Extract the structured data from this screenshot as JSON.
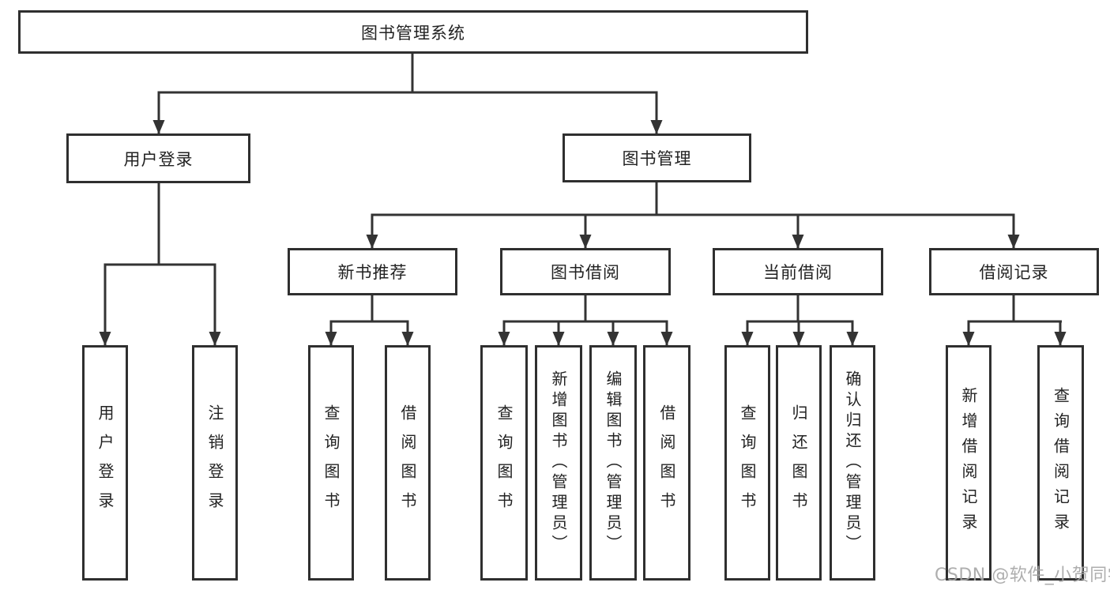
{
  "diagram": {
    "title": "图书管理系统",
    "user_login": {
      "label": "用户登录",
      "children": [
        "用户登录",
        "注销登录"
      ]
    },
    "book_mgmt": {
      "label": "图书管理",
      "sections": [
        {
          "label": "新书推荐",
          "children": [
            "查询图书",
            "借阅图书"
          ]
        },
        {
          "label": "图书借阅",
          "children": [
            "查询图书",
            "新增图书（管理员）",
            "编辑图书（管理员）",
            "借阅图书"
          ]
        },
        {
          "label": "当前借阅",
          "children": [
            "查询图书",
            "归还图书",
            "确认归还（管理员）"
          ]
        },
        {
          "label": "借阅记录",
          "children": [
            "新增借阅记录",
            "查询借阅记录"
          ]
        }
      ]
    }
  },
  "watermark": "CSDN @软件_小贺同学",
  "colors": {
    "line": "#333333",
    "box_border": "#2f2f2f",
    "box_bg": "#ffffff",
    "text": "#222222",
    "watermark": "#a5a5a5"
  }
}
